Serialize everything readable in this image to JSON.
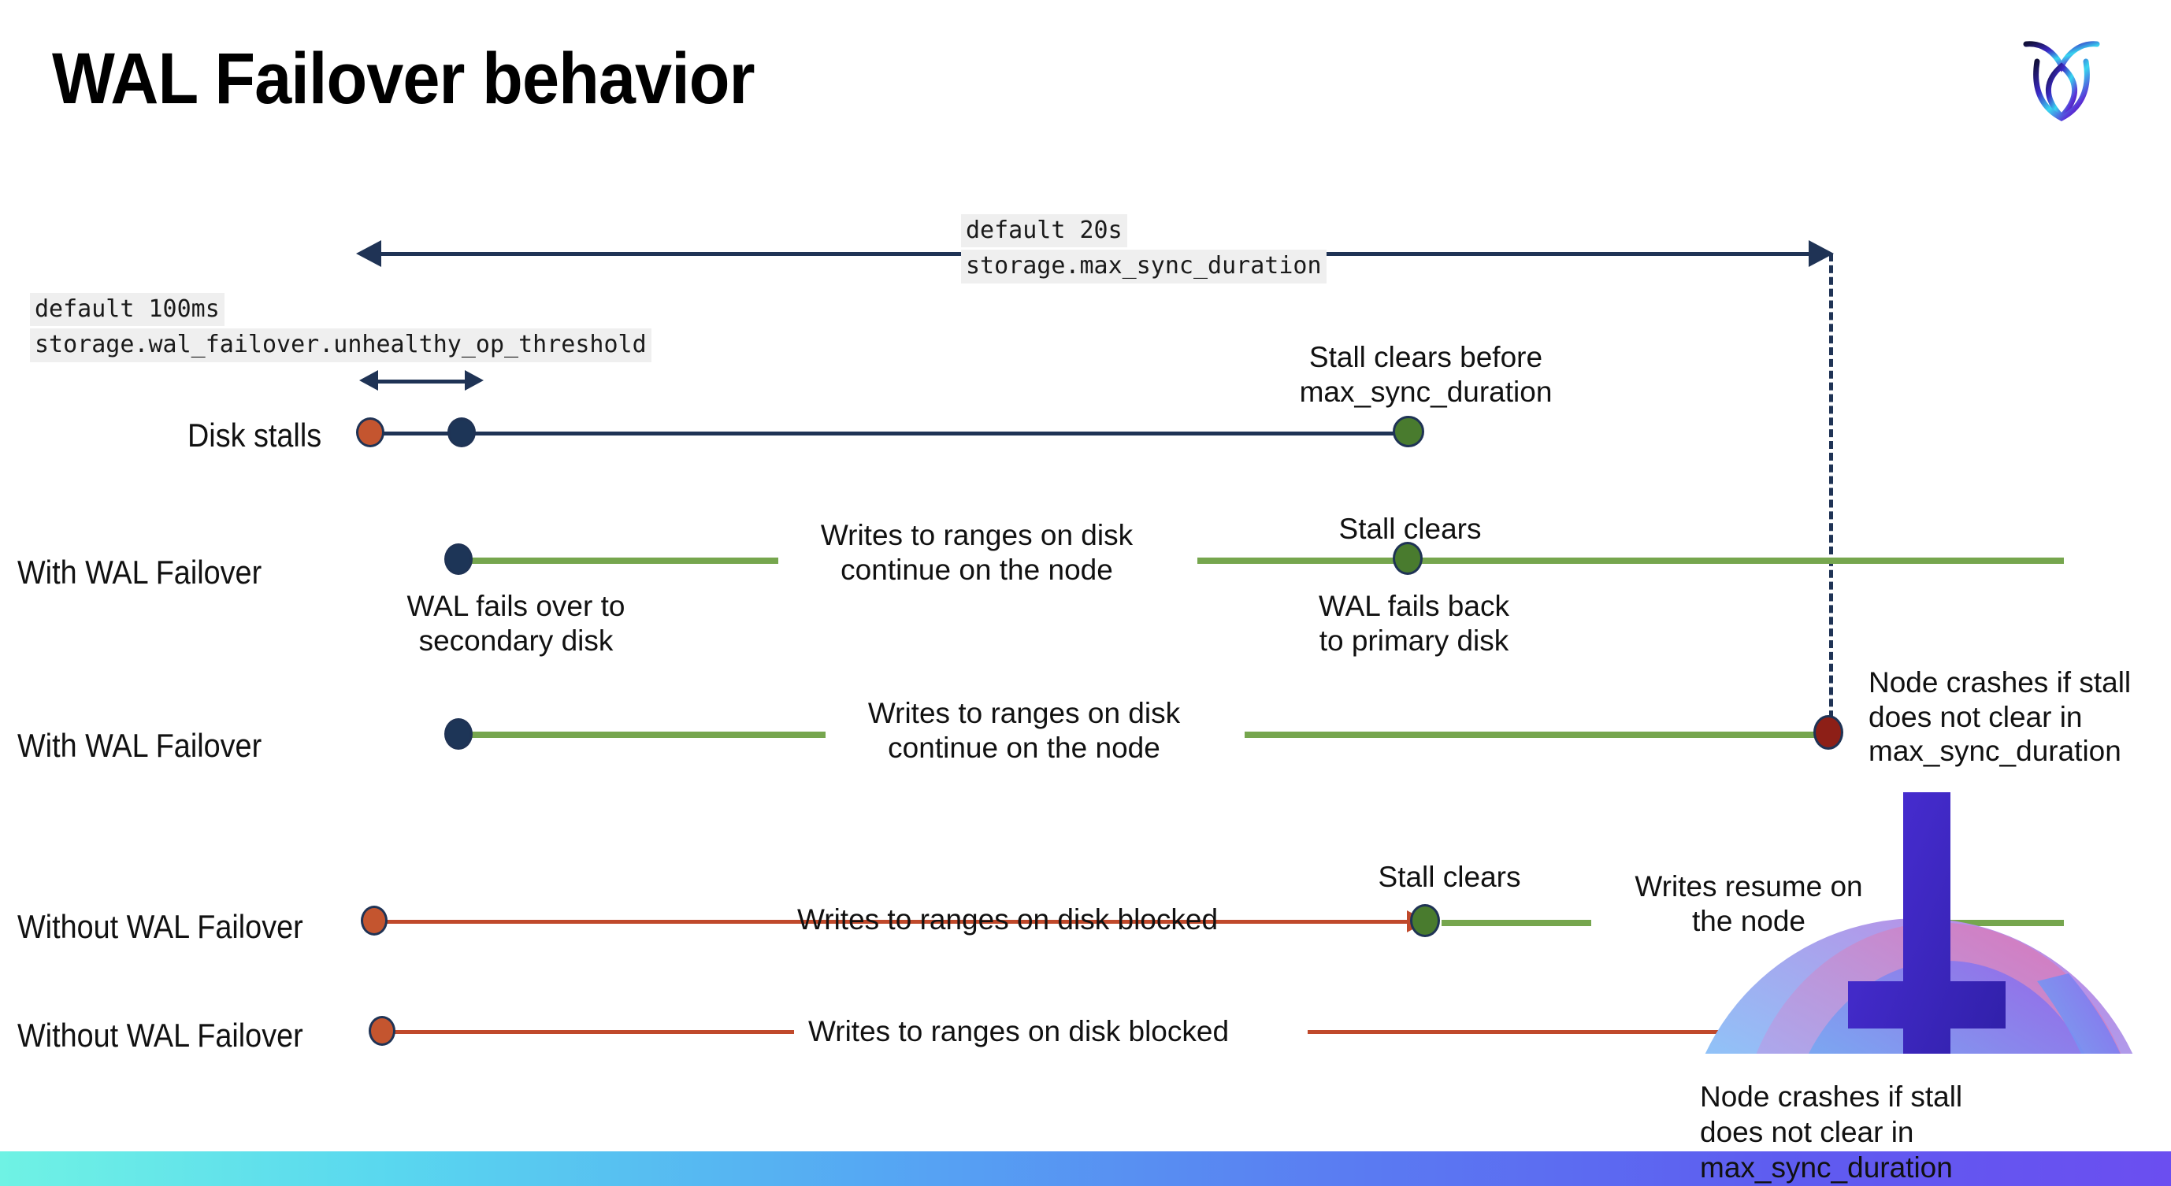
{
  "slide": {
    "title": "WAL Failover behavior",
    "logo_name": "cockroachdb-logo"
  },
  "colors": {
    "navy": "#1f3355",
    "green_line": "#76a64e",
    "red_line": "#c0492b",
    "dot_navy": "#1d3557",
    "dot_red": "#c4552f",
    "dot_green": "#497b2e",
    "dot_darkred": "#8d1f17",
    "code_background": "#efefef",
    "bottom_gradient_start": "#6ff2e4",
    "bottom_gradient_end": "#6b4ef0"
  },
  "settings": {
    "max_sync": {
      "default_label": "default 20s",
      "setting_name": "storage.max_sync_duration"
    },
    "unhealthy_threshold": {
      "default_label": "default 100ms",
      "setting_name": "storage.wal_failover.unhealthy_op_threshold"
    }
  },
  "rows": {
    "disk_stalls": {
      "label": "Disk stalls",
      "note": "Stall clears before\nmax_sync_duration"
    },
    "with_failover_1": {
      "label": "With WAL Failover",
      "note_start": "WAL fails over to\nsecondary disk",
      "note_middle": "Writes to ranges on disk\ncontinue on the node",
      "note_clear": "Stall clears",
      "note_back": "WAL fails  back\nto primary disk"
    },
    "with_failover_2": {
      "label": "With WAL Failover",
      "note_middle": "Writes to ranges on disk\ncontinue on the node",
      "note_crash": "Node crashes if stall\ndoes not clear in\nmax_sync_duration"
    },
    "without_failover_1": {
      "label": "Without WAL Failover",
      "note_blocked": "Writes to ranges on disk  blocked",
      "note_clear": "Stall clears",
      "note_resume": "Writes resume on\nthe node"
    },
    "without_failover_2": {
      "label": "Without WAL Failover",
      "note_blocked": "Writes to ranges on disk  blocked",
      "note_crash": "Node crashes if stall\ndoes not clear in\nmax_sync_duration"
    }
  }
}
